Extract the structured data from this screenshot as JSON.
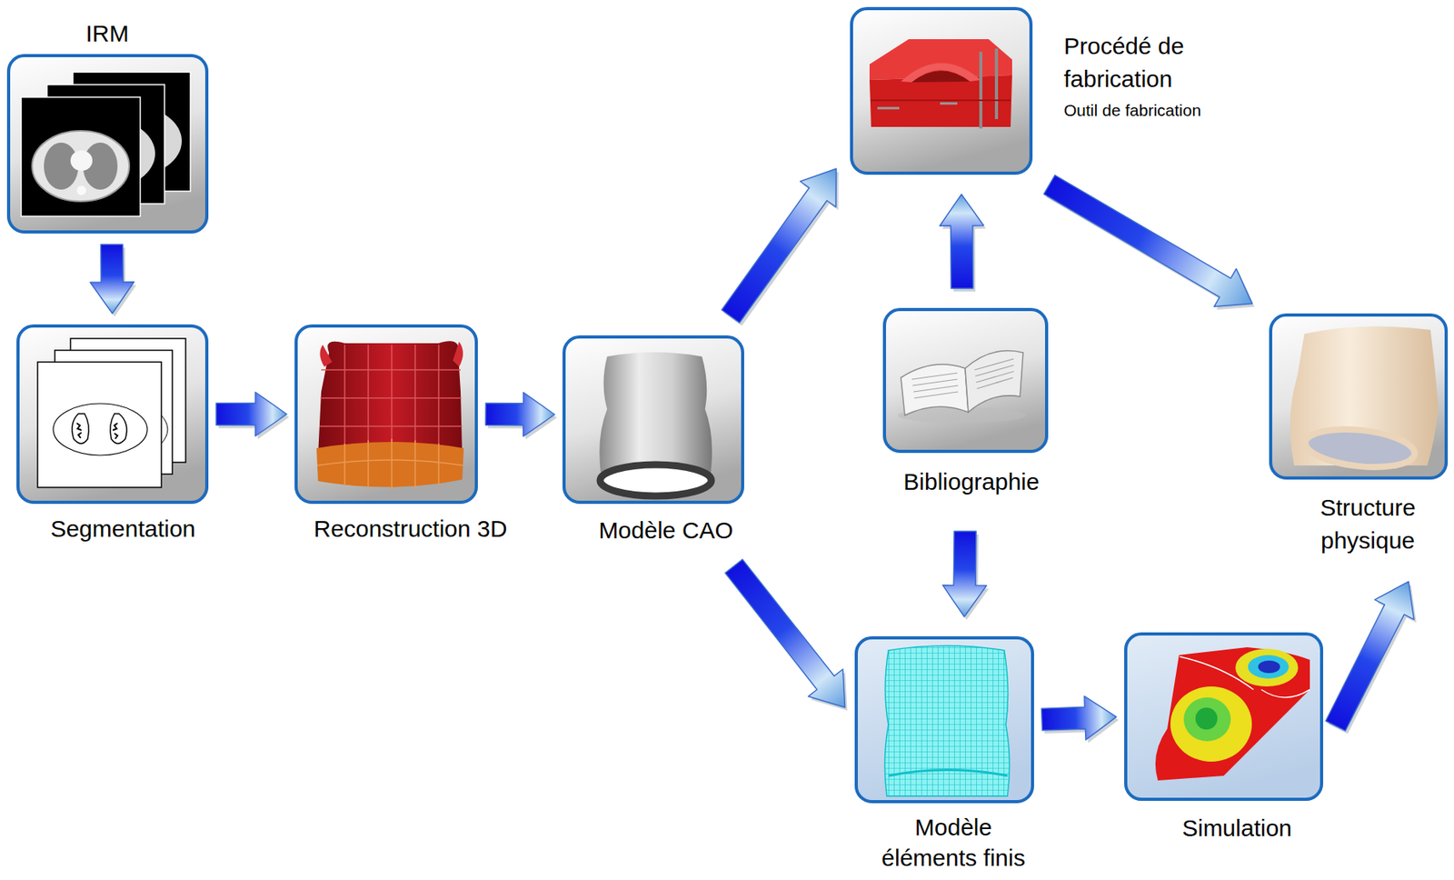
{
  "diagram": {
    "nodes": [
      {
        "text": [
          "IRM"
        ]
      },
      {
        "text": [
          "Segmentation"
        ]
      },
      {
        "text": [
          "Reconstruction 3D"
        ]
      },
      {
        "text": [
          "Modèle CAO"
        ]
      },
      {
        "text": [
          "Procédé de fabrication",
          "Outil de fabrication"
        ]
      },
      {
        "text": [
          "Bibliographie"
        ]
      },
      {
        "text": [
          "Structure physique"
        ]
      },
      {
        "text": [
          "Modèle éléments finis"
        ]
      },
      {
        "text": [
          "Simulation"
        ]
      }
    ],
    "edges": [
      {
        "from": 0,
        "to": 1,
        "arrow": "to"
      },
      {
        "from": 1,
        "to": 2,
        "arrow": "to"
      },
      {
        "from": 2,
        "to": 3,
        "arrow": "to"
      },
      {
        "from": 3,
        "to": 4,
        "arrow": "to"
      },
      {
        "from": 5,
        "to": 4,
        "arrow": "to"
      },
      {
        "from": 4,
        "to": 6,
        "arrow": "to"
      },
      {
        "from": 3,
        "to": 7,
        "arrow": "to"
      },
      {
        "from": 5,
        "to": 7,
        "arrow": "to"
      },
      {
        "from": 7,
        "to": 8,
        "arrow": "to"
      },
      {
        "from": 8,
        "to": 6,
        "arrow": "to"
      }
    ]
  }
}
